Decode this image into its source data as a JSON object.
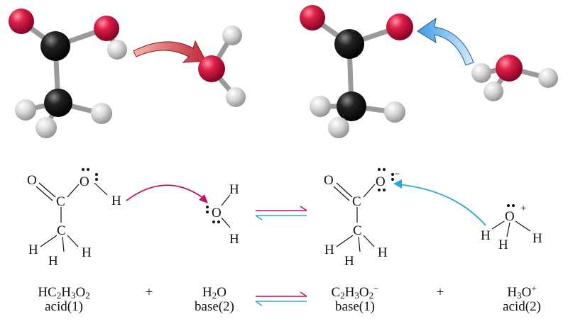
{
  "colors": {
    "oxygen": "#c8103c",
    "carbon": "#111111",
    "hydrogen": "#cfcfcf",
    "arrow_red": "#c0283a",
    "arrow_blue": "#3a9be6",
    "eq_red": "#c01060",
    "eq_blue": "#2aa7e0"
  },
  "atoms": {
    "O": "O",
    "C": "C",
    "H": "H"
  },
  "charges": {
    "minus": "−",
    "plus": "+"
  },
  "equation": {
    "plus": "+",
    "hc2h3o2": {
      "a": "HC",
      "s1": "2",
      "b": "H",
      "s2": "3",
      "c": "O",
      "s3": "2"
    },
    "h2o": {
      "a": "H",
      "s1": "2",
      "b": "O"
    },
    "c2h3o2": {
      "a": "C",
      "s1": "2",
      "b": "H",
      "s2": "3",
      "c": "O",
      "s3": "2",
      "sup": "−"
    },
    "h3o": {
      "a": "H",
      "s1": "3",
      "b": "O",
      "sup": "+"
    },
    "roles": {
      "acid1": "acid(1)",
      "base2": "base(2)",
      "base1": "base(1)",
      "acid2": "acid(2)"
    }
  }
}
